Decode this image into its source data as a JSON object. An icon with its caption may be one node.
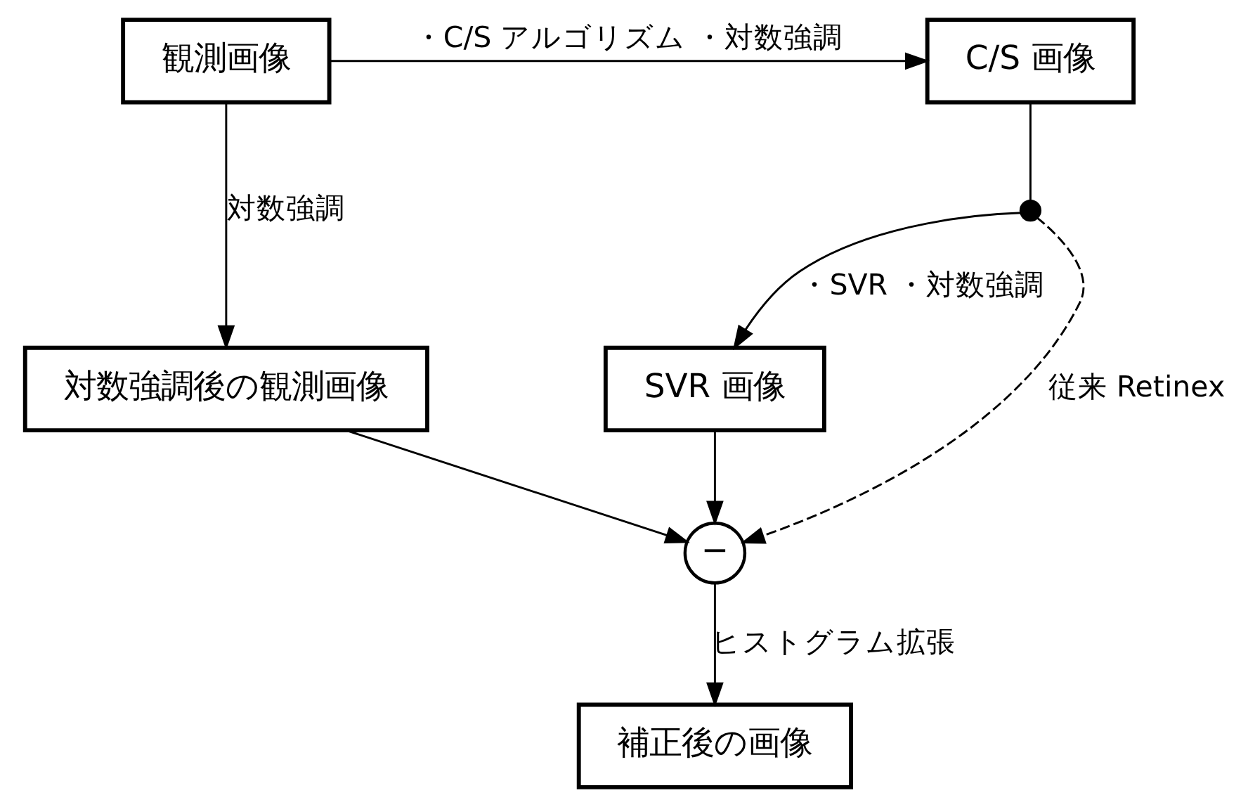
{
  "diagram": {
    "nodes": [
      {
        "text": [
          "観測画像"
        ]
      },
      {
        "text": [
          "C/S 画像"
        ]
      },
      {
        "text": [
          "対数強調後の観測画像"
        ]
      },
      {
        "text": [
          "SVR 画像"
        ]
      },
      {
        "text": [
          "−"
        ]
      },
      {
        "text": [
          "補正後の画像"
        ]
      },
      {
        "text": [],
        "shape": "dot"
      }
    ],
    "edges": [
      {
        "from": 0,
        "to": 1,
        "arrow": "to",
        "label": "・C/S アルゴリズム ・対数強調"
      },
      {
        "from": 0,
        "to": 2,
        "arrow": "to",
        "label": "対数強調"
      },
      {
        "from": 1,
        "to": 6,
        "arrow": "none"
      },
      {
        "from": 6,
        "to": 3,
        "arrow": "to",
        "label": "・SVR ・対数強調"
      },
      {
        "from": 6,
        "to": 4,
        "arrow": "to",
        "style": "dashed",
        "label": "従来 Retinex"
      },
      {
        "from": 2,
        "to": 4,
        "arrow": "to"
      },
      {
        "from": 3,
        "to": 4,
        "arrow": "to"
      },
      {
        "from": 4,
        "to": 5,
        "arrow": "to",
        "label": "ヒストグラム拡張"
      }
    ]
  }
}
